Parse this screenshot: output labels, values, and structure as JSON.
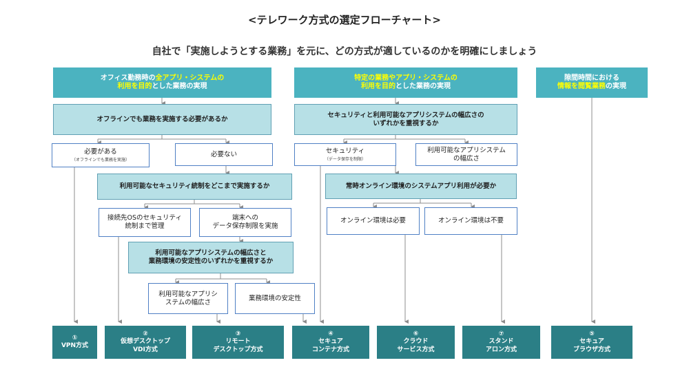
{
  "title": "<テレワーク方式の選定フローチャート>",
  "subtitle": "自社で「実施しようとする業務」を元に、どの方式が適しているのかを明確にしましょう",
  "headers": {
    "h1": {
      "pre": "オフィス勤務時の",
      "hl1": "全アプリ・システムの",
      "hl2": "利用を目的",
      "post": "とした業務の実現"
    },
    "h2": {
      "hl1": "特定の業務やアプリ・システムの",
      "hl2": "利用を目的",
      "post": "とした業務の実現"
    },
    "h3": {
      "pre": "隙間時間における",
      "hl": "情報を閲覧業務",
      "post": "の実現"
    }
  },
  "questions": {
    "q1": "オフラインでも業務を実施する必要があるか",
    "q2": "利用可能なセキュリティ統制をどこまで実施するか",
    "q3": {
      "line1": "利用可能なアプリシステムの幅広さと",
      "line2": "業務環境の安定性のいずれかを重視するか"
    },
    "q4": {
      "line1": "セキュリティと利用可能なアプリシステムの幅広さの",
      "line2": "いずれかを重視するか"
    },
    "q5": "常時オンライン環境のシステムアプリ利用が必要か"
  },
  "answers": {
    "a_needed": {
      "main": "必要がある",
      "note": "（オフラインでも業務を実施）"
    },
    "a_not_needed": "必要ない",
    "a_os_security": {
      "line1": "接続先OSのセキュリティ",
      "line2": "統制まで管理"
    },
    "a_data_restrict": {
      "line1": "端末への",
      "line2": "データ保存制限を実施"
    },
    "a_app_breadth": {
      "line1": "利用可能なアプリシ",
      "line2": "ステムの幅広さ"
    },
    "a_stability": "業務環境の安定性",
    "a_security": {
      "main": "セキュリティ",
      "note": "（データ保存を制限）"
    },
    "a_app_breadth2": {
      "line1": "利用可能なアプリシステム",
      "line2": "の幅広さ"
    },
    "a_online_needed": "オンライン環境は必要",
    "a_online_not_needed": "オンライン環境は不要"
  },
  "results": [
    {
      "num": "①",
      "line1": "VPN方式",
      "line2": ""
    },
    {
      "num": "②",
      "line1": "仮想デスクトップ",
      "line2": "VDI方式"
    },
    {
      "num": "③",
      "line1": "リモート",
      "line2": "デスクトップ方式"
    },
    {
      "num": "④",
      "line1": "セキュア",
      "line2": "コンテナ方式"
    },
    {
      "num": "⑥",
      "line1": "クラウド",
      "line2": "サービス方式"
    },
    {
      "num": "⑦",
      "line1": "スタンド",
      "line2": "アロン方式"
    },
    {
      "num": "⑤",
      "line1": "セキュア",
      "line2": "ブラウザ方式"
    }
  ],
  "colors": {
    "header": "#4bb3c0",
    "highlight": "#ffff00",
    "question": "#b7e0e6",
    "result": "#2b7f86",
    "line": "#8c8c8c"
  }
}
